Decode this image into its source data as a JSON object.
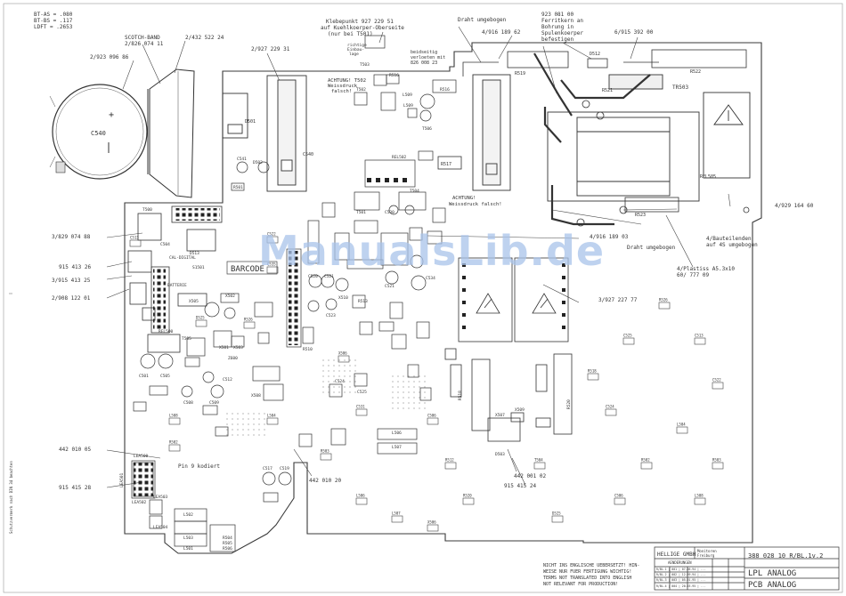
{
  "header_info": [
    "BT-AS = .080",
    "BT-BS = .117",
    "LDFT = .2653"
  ],
  "callouts": {
    "scotch_band_label": "SCOTCH-BAND",
    "scotch_band_num": "2/826 074 11",
    "ref_432": "2/432 522 24",
    "ref_923_096": "2/923 096 86",
    "ref_927_229": "2/927 229 31",
    "klebepunkt": [
      "Klebepunkt 927 229 51",
      "auf Kuehlkoerper-Oberseite",
      "(nur bei T501)"
    ],
    "draht_top": "Draht umgebogen",
    "ref_916_189_62": "4/916 189 62",
    "ferrit": [
      "923 081 00",
      "Ferritkern an",
      "Bohrung in",
      "Spulenkoerper",
      "befestigen"
    ],
    "ref_915_392": "6/915 392 00",
    "beidseitig": [
      "beidseitig",
      "verloeten mit",
      "826 008 23"
    ],
    "richtige_einbaulage": [
      "richtige",
      "Einbau-",
      "lage"
    ],
    "achtung_top": [
      "ACHTUNG! T502",
      "Weissdruck",
      "falsch!"
    ],
    "achtung_mid": [
      "ACHTUNG!",
      "Weissdruck falsch!"
    ],
    "ref_829_074": "3/829 074 88",
    "ref_915_413_26": "915 413 26",
    "ref_915_413_25": "3/915 413 25",
    "ref_908_122": "2/908 122 01",
    "ref_916_189_03": "4/916 189 03",
    "draht_mid": "Draht umgebogen",
    "ref_927_227": "3/927 227 77",
    "ref_929_164": "4/929 164 60",
    "bauteilenden": [
      "4/Bauteilenden",
      "auf 4S umgebogen"
    ],
    "plastiss": [
      "4/Plastiss A5.3x10",
      "60/ 777 09"
    ],
    "ref_442_010_05": "442 010 05",
    "ref_915_415_28": "915 415 28",
    "pin_note": "Pin 9 kodiert",
    "ref_442_010_20": "442 010 20",
    "ref_442_001_02": "442 001 02",
    "ref_915_415_24": "915 415 24",
    "barcode_label": "BARCODE",
    "side_text": "Schutzvermerk nach DIN 34 beachten"
  },
  "parts": [
    "C540",
    "D501",
    "C541",
    "D502",
    "R501",
    "T503",
    "R516",
    "R515",
    "C527",
    "L509",
    "L505",
    "T506",
    "R519",
    "D512",
    "R522",
    "R521",
    "TR503",
    "REL505",
    "C540",
    "R517",
    "R523",
    "T500",
    "C504",
    "D513",
    "S1501",
    "REL502",
    "REL500",
    "X502",
    "X505",
    "T505",
    "X503",
    "R501",
    "R502",
    "R503",
    "X501",
    "C501",
    "C505",
    "C506",
    "C509",
    "C512",
    "C513",
    "C520",
    "C521",
    "C522",
    "C523",
    "C530",
    "C531",
    "C534",
    "C535",
    "R510",
    "R512",
    "R513",
    "R518",
    "R520",
    "R526",
    "L502",
    "L503",
    "L504",
    "L506",
    "L507",
    "L508",
    "LEA500",
    "LEA501",
    "LEA502",
    "LEA503",
    "L501",
    "R504",
    "R505",
    "R506",
    "C517",
    "C519",
    "C524",
    "C525",
    "D525",
    "T504",
    "X506",
    "X507",
    "T501",
    "T502"
  ],
  "watermark": "ManualsLib.de",
  "title_block": {
    "company": "HELLIGE GMBH",
    "product": [
      "Monitoren",
      "Freiburg"
    ],
    "doc_number": "388 028 10 R/BL.1v.2",
    "title_line1": "LPL ANALOG",
    "title_line2": "PCB ANALOG",
    "notice": [
      "NICHT INS ENGLISCHE UEBERSETZT! HIN-",
      "WEISE NUR FUER FERTIGUNG WICHTIG!",
      "TERMS NOT TRANSLATED INTO ENGLISH",
      "NOT RELEVANT FOR PRODUCTION!"
    ],
    "revision_header": "AENDERUNGEN",
    "revision_rows": [
      "R/BL.1 | 001 | 07.06.94 | ...",
      "R/BL.2 | 002 | 12.09.94 | ...",
      "R/BL.3 | 003 | 05.01.95 | ...",
      "R/BL.4 | 004 | 20.03.95 | ..."
    ]
  },
  "colors": {
    "line": "#3a3a3a",
    "light": "#7a7a7a",
    "watermark": "#a9c3ea",
    "paper": "#ffffff"
  }
}
